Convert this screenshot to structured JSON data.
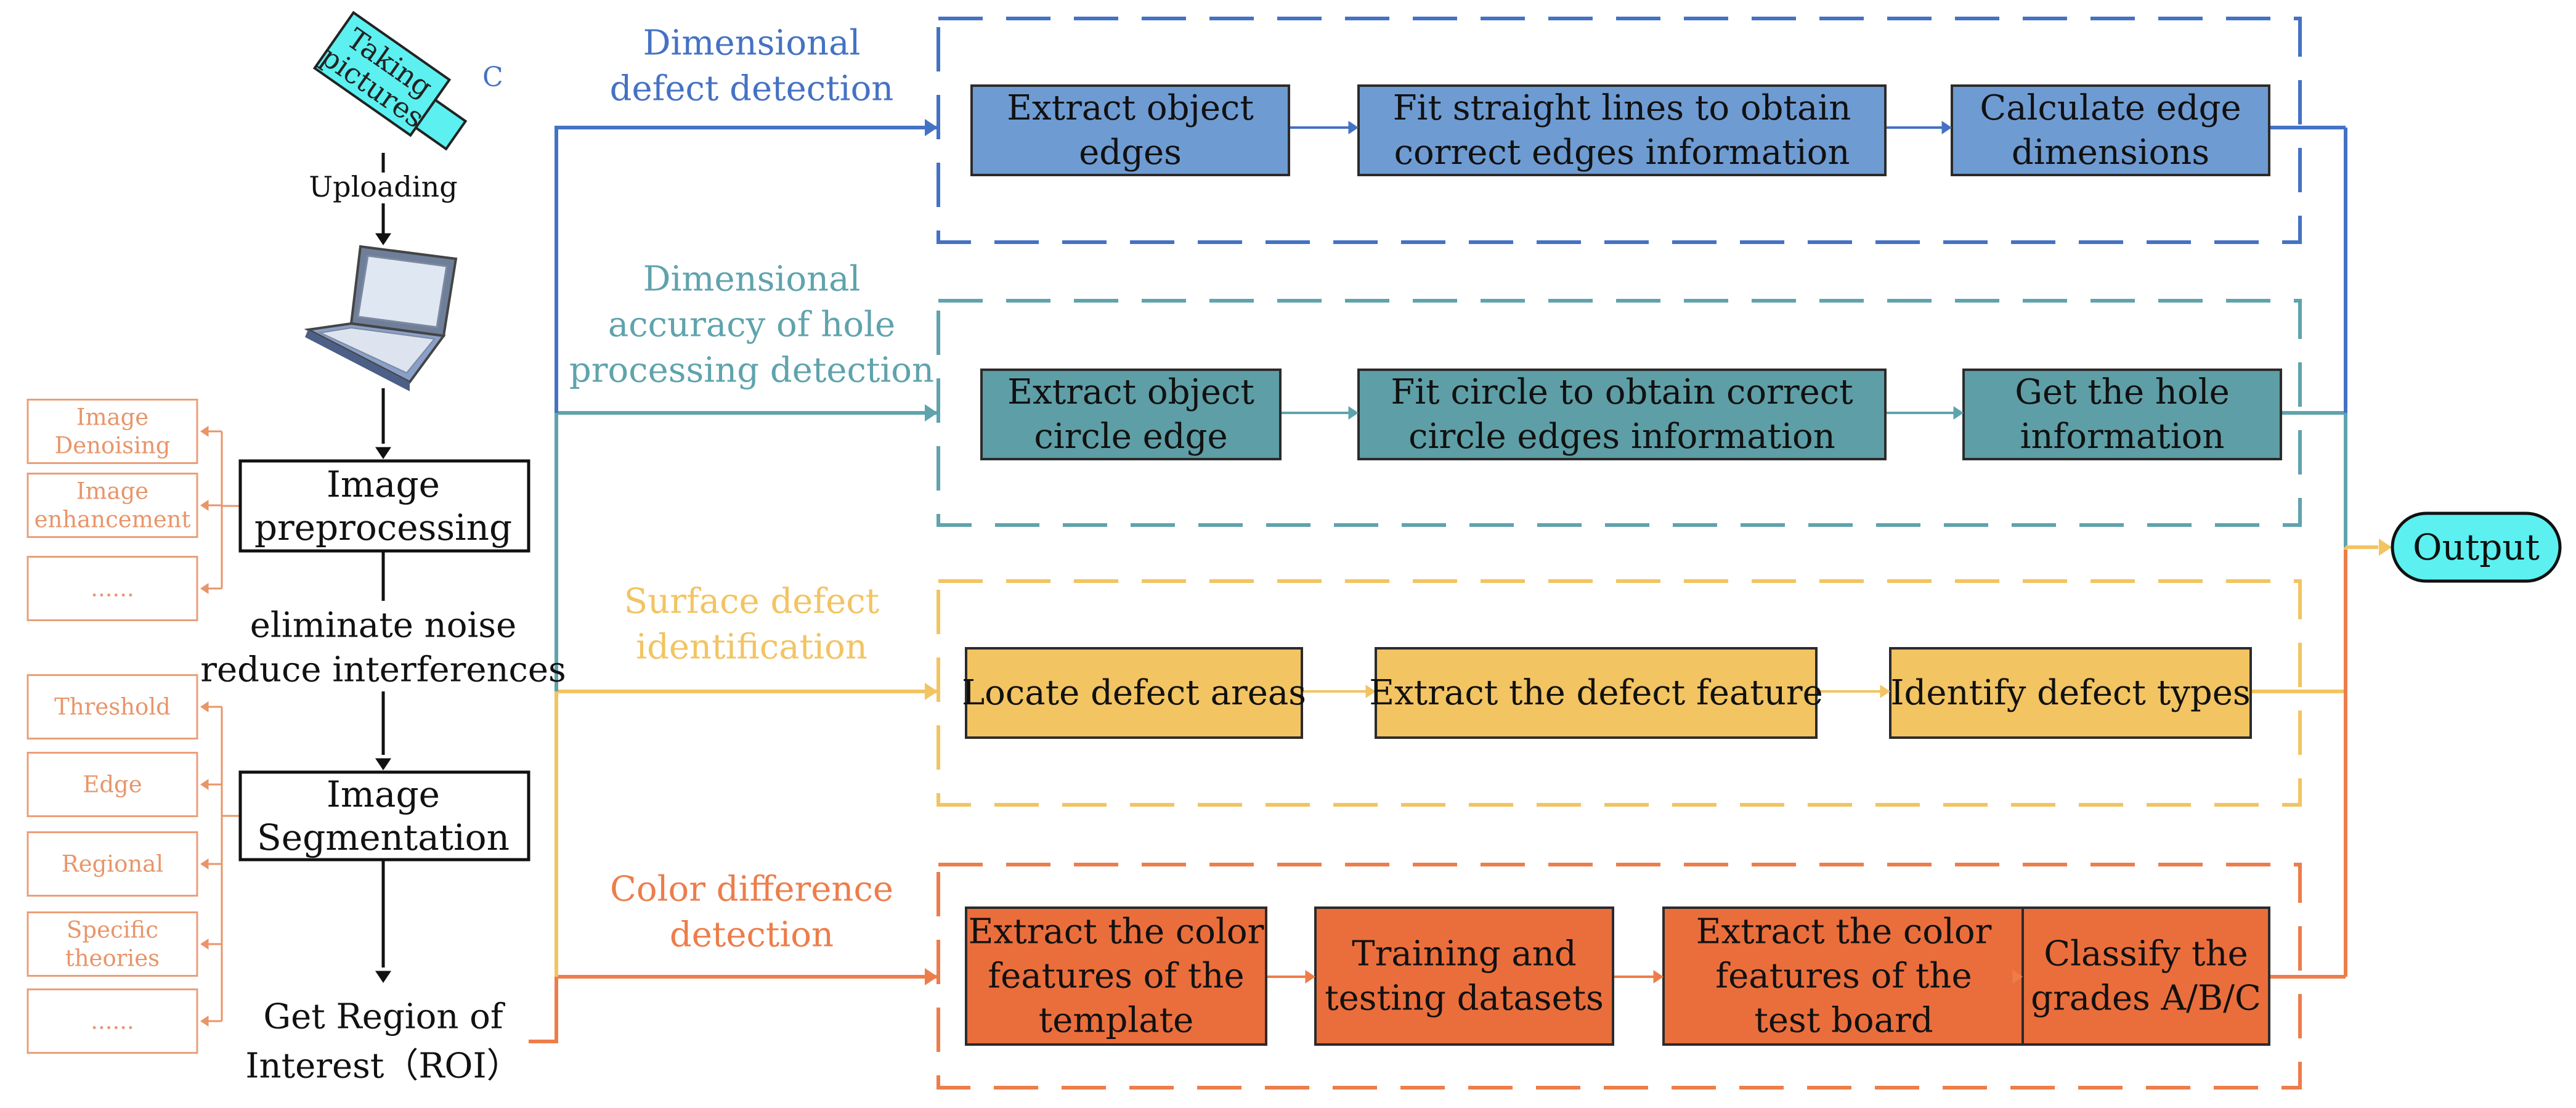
{
  "colors": {
    "blue": "#4472C4",
    "blue_fill": "#6E9BD2",
    "teal": "#5FA3AD",
    "teal_fill": "#5E9EA6",
    "yellow": "#F2C462",
    "yellow_fill": "#F2C462",
    "orange": "#ED7D4A",
    "orange_fill": "#EA6E3C",
    "side_label": "#E8956A",
    "camera": "#5CF0F0",
    "output": "#5CF0F0"
  },
  "icons": {
    "camera": "camera-icon",
    "laptop": "laptop-icon"
  },
  "left_column": {
    "camera_label": "Taking pictures",
    "camera_label_lines": [
      "Taking",
      "pictures"
    ],
    "camera_mark": "C",
    "uploading": "Uploading",
    "preprocessing_box": [
      "Image",
      "preprocessing"
    ],
    "preprocessing_options": [
      [
        "Image",
        "Denoising"
      ],
      [
        "Image",
        "enhancement"
      ],
      [
        "......"
      ]
    ],
    "noise_text": [
      "eliminate noise",
      "reduce interferences"
    ],
    "segmentation_box": [
      "Image",
      "Segmentation"
    ],
    "segmentation_options": [
      [
        "Threshold"
      ],
      [
        "Edge"
      ],
      [
        "Regional"
      ],
      [
        "Specific",
        "theories"
      ],
      [
        "......"
      ]
    ],
    "roi_text": [
      "Get Region of",
      "Interest（ROI）"
    ]
  },
  "branches": [
    {
      "name": "dimensional",
      "title": [
        "Dimensional",
        "defect detection"
      ],
      "steps": [
        [
          "Extract object",
          "edges"
        ],
        [
          "Fit straight lines to obtain",
          "correct edges information"
        ],
        [
          "Calculate edge",
          "dimensions"
        ]
      ]
    },
    {
      "name": "hole",
      "title": [
        "Dimensional",
        "accuracy of hole",
        "processing detection"
      ],
      "steps": [
        [
          "Extract object",
          "circle edge"
        ],
        [
          "Fit circle to obtain correct",
          "circle edges information"
        ],
        [
          "Get the hole",
          "information"
        ]
      ]
    },
    {
      "name": "surface",
      "title": [
        "Surface defect",
        "identification"
      ],
      "steps": [
        [
          "Locate defect areas"
        ],
        [
          "Extract the defect feature"
        ],
        [
          "Identify defect types"
        ]
      ]
    },
    {
      "name": "color",
      "title": [
        "Color difference",
        "detection"
      ],
      "steps": [
        [
          "Extract the color",
          "features of the",
          "template"
        ],
        [
          "Training and",
          "testing datasets"
        ],
        [
          "Extract the color",
          "features of the",
          "test board"
        ],
        [
          "Classify the",
          "grades A/B/C"
        ]
      ]
    }
  ],
  "output_label": "Output"
}
